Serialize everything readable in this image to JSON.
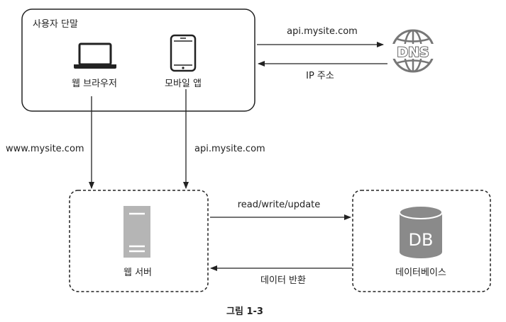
{
  "diagram": {
    "client_group": {
      "title": "사용자 단말",
      "devices": [
        {
          "label": "웹 브라우저",
          "icon": "laptop-icon"
        },
        {
          "label": "모바일 앱",
          "icon": "smartphone-icon"
        }
      ]
    },
    "dns": {
      "icon_text": "DNS",
      "icon": "globe-icon",
      "request_label": "api.mysite.com",
      "response_label": "IP 주소"
    },
    "links": {
      "browser_to_web": "www.mysite.com",
      "app_to_web": "api.mysite.com",
      "web_to_db": "read/write/update",
      "db_to_web": "데이터 반환"
    },
    "web_server": {
      "label": "웹 서버",
      "icon": "server-icon"
    },
    "database": {
      "label": "데이터베이스",
      "icon_text": "DB",
      "icon": "database-icon"
    },
    "caption": "그림 1-3",
    "colors": {
      "line": "#222222",
      "icon_gray": "#8a8a8a",
      "server_gray": "#b5b5b5"
    }
  }
}
